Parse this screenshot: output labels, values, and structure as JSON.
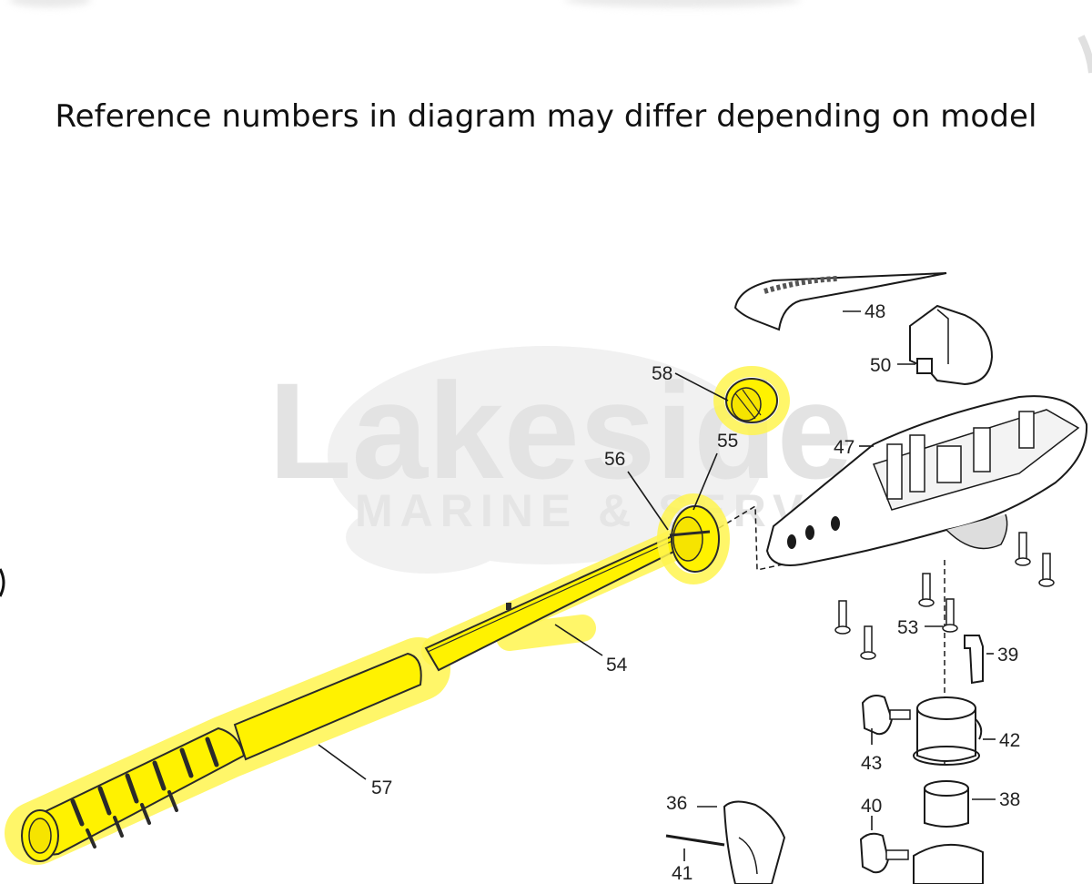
{
  "caption": "Reference numbers in diagram may differ depending on model",
  "watermark": {
    "brand": "Lakeside",
    "tagline": "MARINE & SERVICE"
  },
  "colors": {
    "highlight": "#fff200",
    "outline": "#1a1a1a",
    "watermark": "#e3e3e3"
  },
  "callouts": {
    "c36": "36",
    "c38": "38",
    "c39": "39",
    "c40": "40",
    "c41": "41",
    "c42": "42",
    "c43": "43",
    "c47": "47",
    "c48": "48",
    "c50": "50",
    "c53": "53",
    "c54": "54",
    "c55": "55",
    "c56": "56",
    "c57": "57",
    "c58": "58"
  },
  "highlighted_parts": [
    "54",
    "55",
    "56",
    "57",
    "58"
  ]
}
